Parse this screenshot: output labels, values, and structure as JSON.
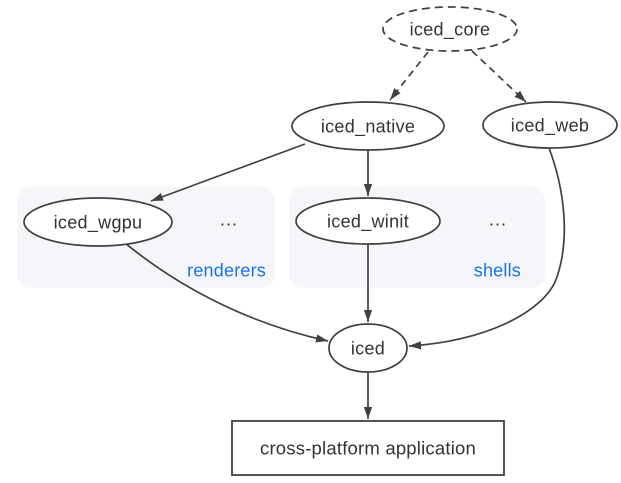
{
  "colors": {
    "line": "#404040",
    "text": "#333333",
    "accent_blue": "#1a73e8",
    "group_fill": "#f4f6f9",
    "node_fill": "#ffffff",
    "background": "#ffffff"
  },
  "nodes": {
    "iced_core": {
      "label": "iced_core"
    },
    "iced_native": {
      "label": "iced_native"
    },
    "iced_web": {
      "label": "iced_web"
    },
    "iced_wgpu": {
      "label": "iced_wgpu"
    },
    "iced_winit": {
      "label": "iced_winit"
    },
    "iced": {
      "label": "iced"
    },
    "app": {
      "label": "cross-platform application"
    }
  },
  "groups": {
    "renderers": {
      "label": "renderers",
      "more": "..."
    },
    "shells": {
      "label": "shells",
      "more": "..."
    }
  },
  "edges": [
    {
      "from": "iced_core",
      "to": "iced_native",
      "style": "dashed"
    },
    {
      "from": "iced_core",
      "to": "iced_web",
      "style": "dashed"
    },
    {
      "from": "iced_native",
      "to": "iced_wgpu",
      "style": "solid"
    },
    {
      "from": "iced_native",
      "to": "iced_winit",
      "style": "solid"
    },
    {
      "from": "iced_wgpu",
      "to": "iced",
      "style": "solid"
    },
    {
      "from": "iced_winit",
      "to": "iced",
      "style": "solid"
    },
    {
      "from": "iced_web",
      "to": "iced",
      "style": "solid"
    },
    {
      "from": "iced",
      "to": "app",
      "style": "solid"
    }
  ]
}
